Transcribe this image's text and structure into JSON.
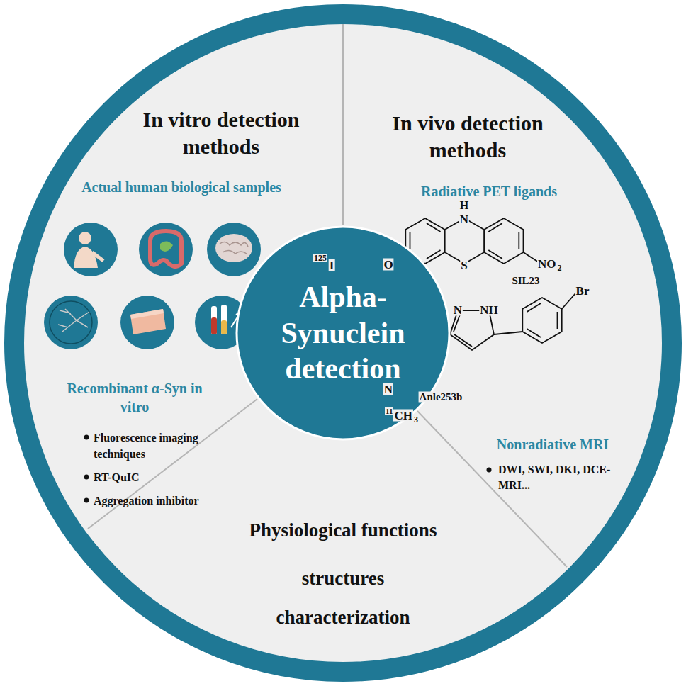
{
  "diagram": {
    "nodes": [
      {
        "text": [
          "Alpha-Synuclein detection"
        ]
      }
    ],
    "labels": [
      "In vitro detection methods",
      "Actual human biological samples",
      "Recombinant α-Syn in vitro",
      "Fluorescence imaging techniques",
      "RT-QuIC",
      "Aggregation inhibitor",
      "In vivo detection methods",
      "Radiative PET ligands",
      "H",
      "N",
      "S",
      "125",
      "I",
      "O",
      "NO",
      "2",
      "SIL23",
      "N",
      "NH",
      "Br",
      "N",
      "11",
      "CH",
      "3",
      "Anle253b",
      "Nonradiative MRI",
      "DWI, SWI, DKI, DCE-MRI...",
      "Physiological functions",
      "structures",
      "characterization"
    ]
  }
}
